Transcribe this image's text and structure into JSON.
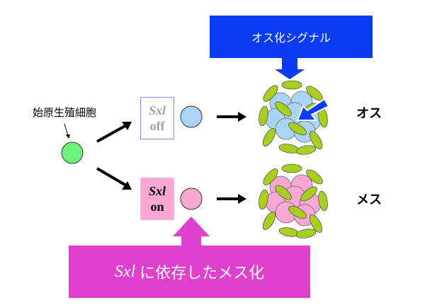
{
  "signal": {
    "label": "オス化シグナル"
  },
  "germ_cell": {
    "label": "始原生殖細胞"
  },
  "sxl_off": {
    "gene": "Sxl",
    "state": "off"
  },
  "sxl_on": {
    "gene": "Sxl",
    "state": "on"
  },
  "outcome": {
    "male": "オス",
    "female": "メス"
  },
  "feminization": {
    "gene": "Sxl",
    "label": "に依存したメス化"
  },
  "colors": {
    "signal_blue": "#0a3cf5",
    "feminize_magenta": "#e040cc",
    "germ_green": "#6ef07a",
    "male_cell": "#aad4f5",
    "female_cell": "#f9a7d3",
    "somatic_green": "#a8cf1e"
  }
}
